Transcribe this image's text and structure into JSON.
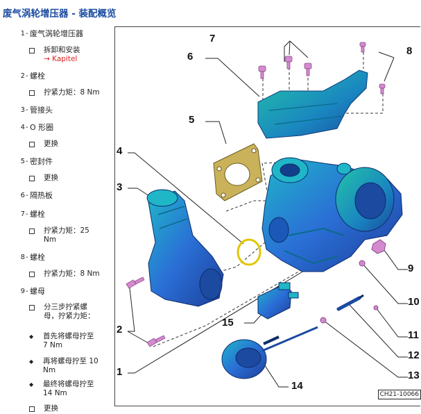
{
  "page": {
    "title": "废气涡轮增压器 - 装配概览"
  },
  "legend": [
    {
      "num": "1",
      "label": "废气涡轮增压器",
      "subs": [
        {
          "text": "拆卸和安装",
          "link": "→ Kapitel"
        }
      ]
    },
    {
      "num": "2",
      "label": "螺栓",
      "subs": [
        {
          "text": "拧紧力矩：8 Nm"
        }
      ]
    },
    {
      "num": "3",
      "label": "管接头"
    },
    {
      "num": "4",
      "label": "O 形圈",
      "subs": [
        {
          "text": "更换"
        }
      ]
    },
    {
      "num": "5",
      "label": "密封件",
      "subs": [
        {
          "text": "更换"
        }
      ]
    },
    {
      "num": "6",
      "label": "隔热板"
    },
    {
      "num": "7",
      "label": "螺栓",
      "subs": [
        {
          "text_lines": [
            "拧紧力矩：25",
            "Nm"
          ]
        }
      ]
    },
    {
      "num": "8",
      "label": "螺栓",
      "subs": [
        {
          "text": "拧紧力矩：8 Nm"
        }
      ]
    },
    {
      "num": "9",
      "label": "螺母",
      "subs": [
        {
          "text_lines": [
            "分三步拧紧螺",
            "母，拧紧力矩："
          ]
        }
      ],
      "bullets": [
        {
          "lines": [
            "首先将螺母拧至",
            "7 Nm"
          ]
        },
        {
          "lines": [
            "再将螺母拧至 10",
            "Nm"
          ]
        },
        {
          "lines": [
            "最终将螺母拧至",
            "14 Nm"
          ]
        }
      ]
    },
    {
      "num": "",
      "label": "",
      "subs": [
        {
          "text": "更换"
        }
      ]
    }
  ],
  "figure": {
    "callouts": [
      "1",
      "2",
      "3",
      "4",
      "5",
      "6",
      "7",
      "8",
      "9",
      "10",
      "11",
      "12",
      "13",
      "14",
      "15"
    ],
    "caption": "CH21-10066",
    "colors": {
      "part_blue": "#2a6fd6",
      "part_teal": "#1aa0a0",
      "bolt_pink": "#d58ad0",
      "gasket": "#c9b25a",
      "oring": "#e2c500"
    }
  }
}
